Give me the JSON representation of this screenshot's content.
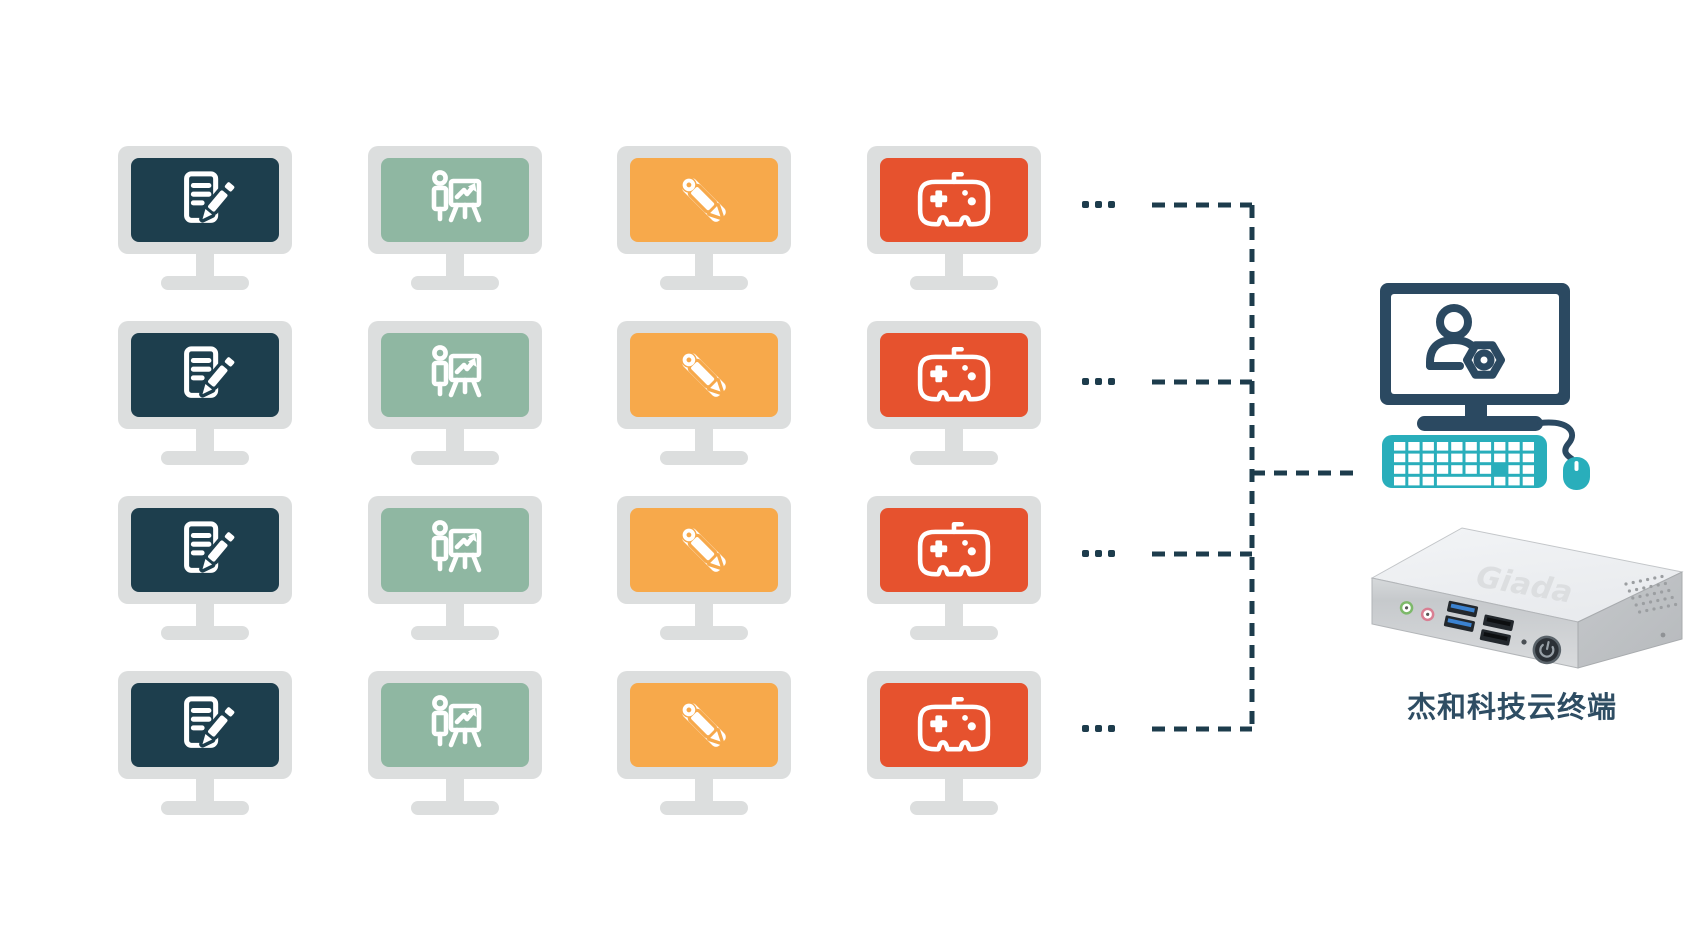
{
  "page": {
    "background": "#ffffff"
  },
  "palette": {
    "bezel_gray": "#dcdede",
    "connector_navy": "#1d3c4c",
    "admin_monitor_navy": "#2b4961",
    "keyboard_teal": "#29aebb",
    "label_color": "#2e4d63",
    "device_silver_top": "#e9ebee",
    "device_silver_front": "#c6c9cc",
    "device_silver_side": "#b7babd"
  },
  "workstation_grid": {
    "rows": 4,
    "ellipsis_dots_per_row": 3,
    "columns": [
      {
        "id": "documents",
        "icon": "document-edit-icon",
        "screen_color": "#1d3e4d"
      },
      {
        "id": "presentation",
        "icon": "presentation-chart-icon",
        "screen_color": "#8fb7a2"
      },
      {
        "id": "design",
        "icon": "ruler-pencil-icon",
        "screen_color": "#f7a94b"
      },
      {
        "id": "gaming",
        "icon": "gamepad-icon",
        "screen_color": "#e6522e"
      }
    ]
  },
  "admin_computer": {
    "screen_icon": "user-gear-icon",
    "keyboard": "keyboard",
    "mouse": "mouse"
  },
  "terminal": {
    "label": "杰和科技云终端",
    "device_logo": "Giada"
  }
}
